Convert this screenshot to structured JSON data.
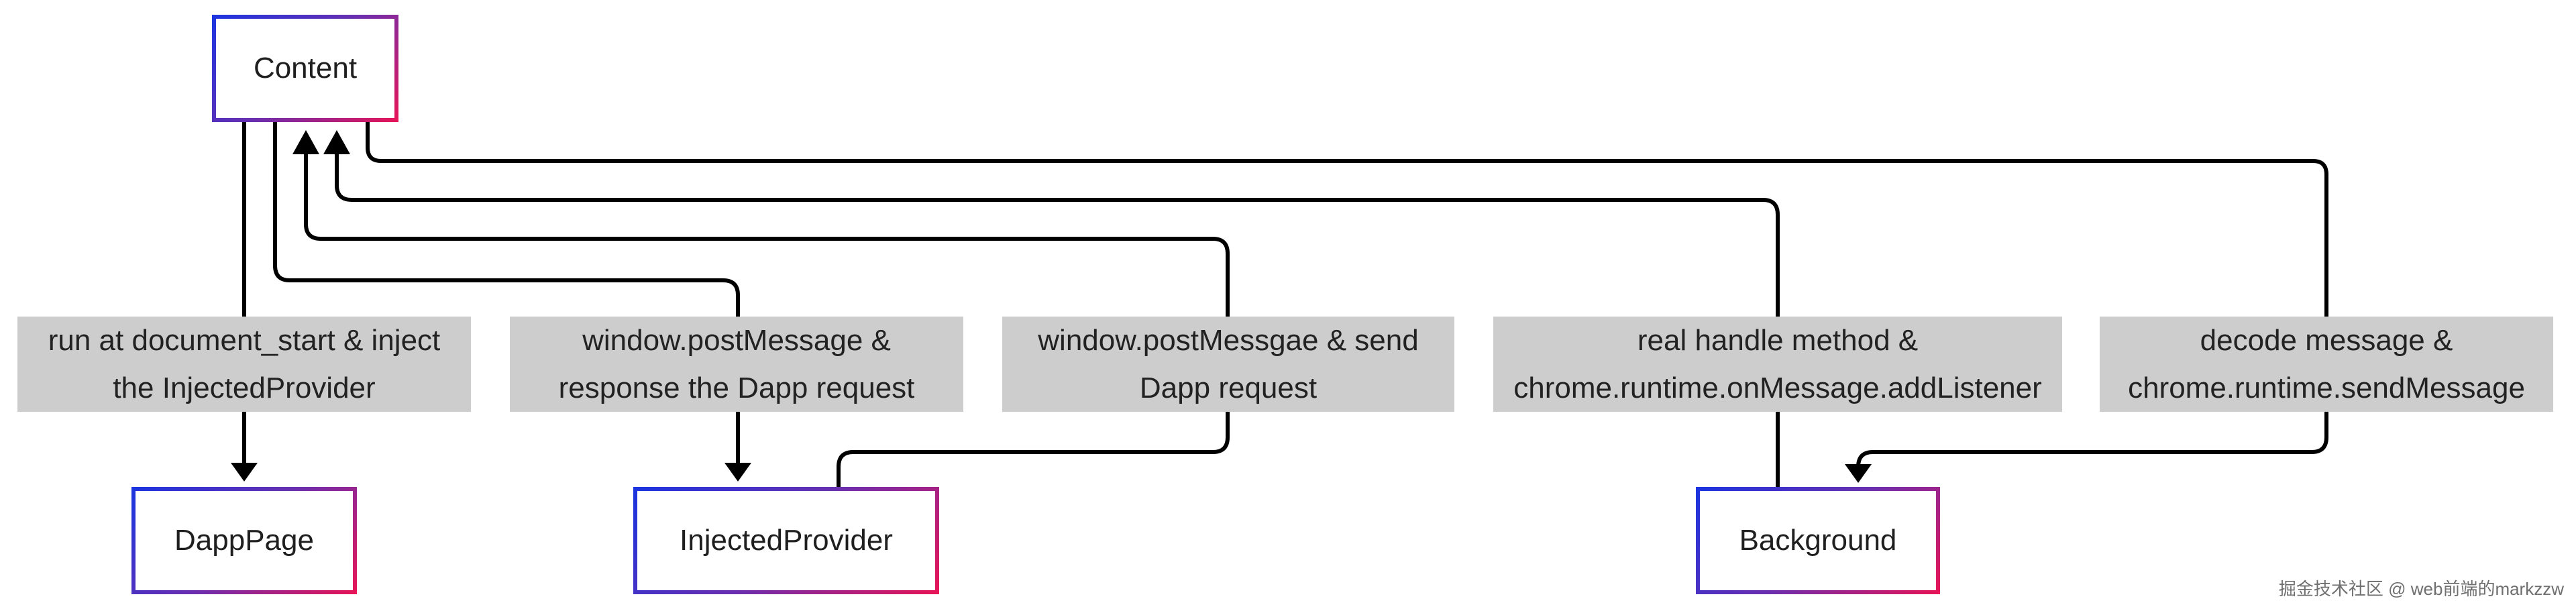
{
  "nodes": {
    "content": "Content",
    "dapp_page": "DappPage",
    "injected_provider": "InjectedProvider",
    "background": "Background"
  },
  "edge_labels": {
    "inject": {
      "line1": "run at document_start & inject",
      "line2": "the InjectedProvider"
    },
    "post_message_response": {
      "line1": "window.postMessage &",
      "line2": "response the Dapp request"
    },
    "post_message_send": {
      "line1": "window.postMessgae & send",
      "line2": "Dapp request"
    },
    "real_handle": {
      "line1": "real handle method &",
      "line2": "chrome.runtime.onMessage.addListener"
    },
    "decode_message": {
      "line1": "decode message &",
      "line2": "chrome.runtime.sendMessage"
    }
  },
  "watermark": "掘金技术社区 @ web前端的markzzw",
  "colors": {
    "border_start": "#1a35e0",
    "border_end": "#e81456",
    "label_background": "#cdcdcd",
    "edge": "#000000"
  }
}
